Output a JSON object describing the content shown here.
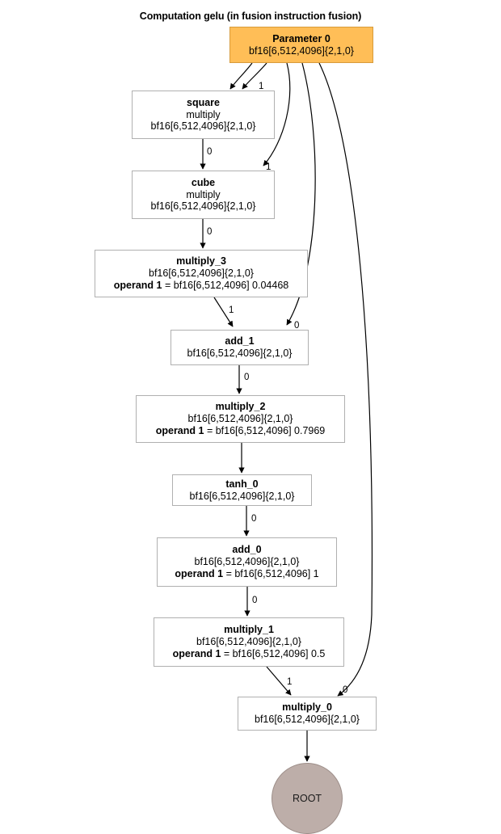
{
  "title": "Computation gelu (in fusion instruction fusion)",
  "colors": {
    "parameter_fill": "#ffbe57",
    "parameter_stroke": "#d79b3c",
    "node_fill": "#ffffff",
    "node_stroke": "#b0b0b0",
    "root_fill": "#bdaea9",
    "root_stroke": "#9d8e89",
    "edge": "#000000",
    "text": "#000000"
  },
  "nodes": [
    {
      "id": "parameter_0",
      "title": "Parameter 0",
      "op": "",
      "shape": "bf16[6,512,4096]{2,1,0}",
      "operand": "",
      "operand_value": "",
      "kind": "parameter"
    },
    {
      "id": "square",
      "title": "square",
      "op": "multiply",
      "shape": "bf16[6,512,4096]{2,1,0}",
      "operand": "",
      "operand_value": "",
      "kind": "op"
    },
    {
      "id": "cube",
      "title": "cube",
      "op": "multiply",
      "shape": "bf16[6,512,4096]{2,1,0}",
      "operand": "",
      "operand_value": "",
      "kind": "op"
    },
    {
      "id": "multiply_3",
      "title": "multiply_3",
      "op": "",
      "shape": "bf16[6,512,4096]{2,1,0}",
      "operand": "operand 1",
      "operand_value": " = bf16[6,512,4096] 0.04468",
      "kind": "op"
    },
    {
      "id": "add_1",
      "title": "add_1",
      "op": "",
      "shape": "bf16[6,512,4096]{2,1,0}",
      "operand": "",
      "operand_value": "",
      "kind": "op"
    },
    {
      "id": "multiply_2",
      "title": "multiply_2",
      "op": "",
      "shape": "bf16[6,512,4096]{2,1,0}",
      "operand": "operand 1",
      "operand_value": " = bf16[6,512,4096] 0.7969",
      "kind": "op"
    },
    {
      "id": "tanh_0",
      "title": "tanh_0",
      "op": "",
      "shape": "bf16[6,512,4096]{2,1,0}",
      "operand": "",
      "operand_value": "",
      "kind": "op"
    },
    {
      "id": "add_0",
      "title": "add_0",
      "op": "",
      "shape": "bf16[6,512,4096]{2,1,0}",
      "operand": "operand 1",
      "operand_value": " = bf16[6,512,4096] 1",
      "kind": "op"
    },
    {
      "id": "multiply_1",
      "title": "multiply_1",
      "op": "",
      "shape": "bf16[6,512,4096]{2,1,0}",
      "operand": "operand 1",
      "operand_value": " = bf16[6,512,4096] 0.5",
      "kind": "op"
    },
    {
      "id": "multiply_0",
      "title": "multiply_0",
      "op": "",
      "shape": "bf16[6,512,4096]{2,1,0}",
      "operand": "",
      "operand_value": "",
      "kind": "op"
    },
    {
      "id": "root",
      "title": "ROOT",
      "op": "",
      "shape": "",
      "operand": "",
      "operand_value": "",
      "kind": "root"
    }
  ],
  "edges": [
    {
      "from": "parameter_0",
      "to": "square",
      "label": ""
    },
    {
      "from": "parameter_0",
      "to": "square",
      "label": "1"
    },
    {
      "from": "square",
      "to": "cube",
      "label": "0"
    },
    {
      "from": "parameter_0",
      "to": "cube",
      "label": "1"
    },
    {
      "from": "cube",
      "to": "multiply_3",
      "label": "0"
    },
    {
      "from": "multiply_3",
      "to": "add_1",
      "label": "1"
    },
    {
      "from": "parameter_0",
      "to": "add_1",
      "label": "0"
    },
    {
      "from": "add_1",
      "to": "multiply_2",
      "label": "0"
    },
    {
      "from": "multiply_2",
      "to": "tanh_0",
      "label": ""
    },
    {
      "from": "tanh_0",
      "to": "add_0",
      "label": "0"
    },
    {
      "from": "add_0",
      "to": "multiply_1",
      "label": "0"
    },
    {
      "from": "multiply_1",
      "to": "multiply_0",
      "label": "1"
    },
    {
      "from": "parameter_0",
      "to": "multiply_0",
      "label": "0"
    },
    {
      "from": "multiply_0",
      "to": "root",
      "label": ""
    }
  ]
}
